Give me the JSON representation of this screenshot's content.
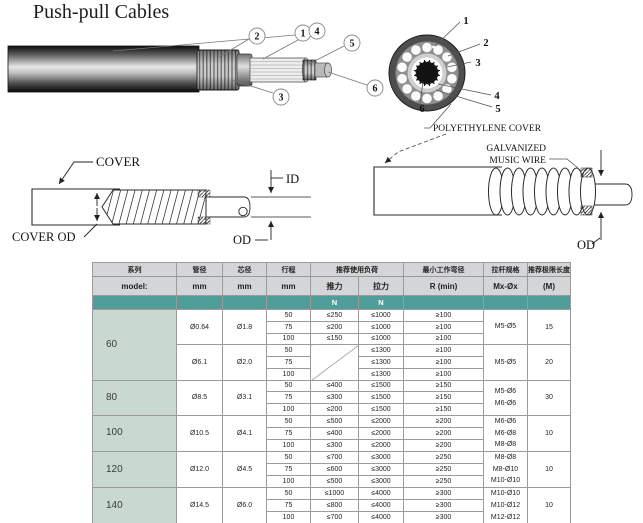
{
  "title": "Push-pull Cables",
  "colors": {
    "teal": "#4f9e99",
    "sage": "#c9d9d1",
    "header_gray": "#d4d5d7"
  },
  "diagrams": {
    "side_callouts": [
      "1",
      "2",
      "3",
      "4",
      "5",
      "6"
    ],
    "section_callouts": [
      "1",
      "2",
      "3",
      "4",
      "5",
      "6"
    ],
    "labels": {
      "polyethylene_cover": "POLYETHYLENE COVER",
      "galvanized_1": "GALVANIZED",
      "galvanized_2": "MUSIC WIRE",
      "cover": "COVER",
      "cover_od": "COVER OD",
      "id": "ID",
      "od_left": "OD",
      "od_right": "OD"
    }
  },
  "table": {
    "header": {
      "series_cn": "系列",
      "series_en": "model:",
      "tube_cn": "管径",
      "core_cn": "芯径",
      "stroke_cn": "行程",
      "mm": "mm",
      "load_cn": "推荐使用负荷",
      "push_cn": "推力",
      "pull_cn": "拉力",
      "n": "N",
      "radius_cn": "最小工作弯径",
      "radius_en": "R (min)",
      "rod_cn": "拉杆规格",
      "rod_en": "Mx-Øx",
      "length_cn": "推荐极限长度",
      "length_en": "(M)"
    },
    "groups": [
      {
        "model": "60",
        "subs": [
          {
            "tube": "Ø0.64",
            "core": "Ø1.8",
            "push_na": false,
            "rows": [
              [
                "50",
                "≤250",
                "≤1000",
                "≥100"
              ],
              [
                "75",
                "≤200",
                "≤1000",
                "≥100"
              ],
              [
                "100",
                "≤150",
                "≤1000",
                "≥100"
              ]
            ],
            "rod": [
              "M5-Ø5"
            ],
            "len": "15"
          },
          {
            "tube": "Ø6.1",
            "core": "Ø2.0",
            "push_na": true,
            "rows": [
              [
                "50",
                "",
                "≤1300",
                "≥100"
              ],
              [
                "75",
                "",
                "≤1300",
                "≥100"
              ],
              [
                "100",
                "",
                "≤1300",
                "≥100"
              ]
            ],
            "rod": [
              "M5-Ø5"
            ],
            "len": "20"
          }
        ]
      },
      {
        "model": "80",
        "subs": [
          {
            "tube": "Ø8.5",
            "core": "Ø3.1",
            "push_na": false,
            "rows": [
              [
                "50",
                "≤400",
                "≤1500",
                "≥150"
              ],
              [
                "75",
                "≤300",
                "≤1500",
                "≥150"
              ],
              [
                "100",
                "≤200",
                "≤1500",
                "≥150"
              ]
            ],
            "rod": [
              "M5-Ø6",
              "M6-Ø6"
            ],
            "len": "30"
          }
        ]
      },
      {
        "model": "100",
        "subs": [
          {
            "tube": "Ø10.5",
            "core": "Ø4.1",
            "push_na": false,
            "rows": [
              [
                "50",
                "≤500",
                "≤2000",
                "≥200"
              ],
              [
                "75",
                "≤400",
                "≤2000",
                "≥200"
              ],
              [
                "100",
                "≤300",
                "≤2000",
                "≥200"
              ]
            ],
            "rod": [
              "M6-Ø6",
              "M6-Ø8",
              "M8-Ø8"
            ],
            "len": "10"
          }
        ]
      },
      {
        "model": "120",
        "subs": [
          {
            "tube": "Ø12.0",
            "core": "Ø4.5",
            "push_na": false,
            "rows": [
              [
                "50",
                "≤700",
                "≤3000",
                "≥250"
              ],
              [
                "75",
                "≤600",
                "≤3000",
                "≥250"
              ],
              [
                "100",
                "≤500",
                "≤3000",
                "≥250"
              ]
            ],
            "rod": [
              "M8-Ø8",
              "M8-Ø10",
              "M10-Ø10"
            ],
            "len": "10"
          }
        ]
      },
      {
        "model": "140",
        "subs": [
          {
            "tube": "Ø14.5",
            "core": "Ø6.0",
            "push_na": false,
            "rows": [
              [
                "50",
                "≤1000",
                "≤4000",
                "≥300"
              ],
              [
                "75",
                "≤800",
                "≤4000",
                "≥300"
              ],
              [
                "100",
                "≤700",
                "≤4000",
                "≥300"
              ]
            ],
            "rod": [
              "M10-Ø10",
              "M10-Ø12",
              "M12-Ø12"
            ],
            "len": "10"
          }
        ]
      }
    ]
  }
}
